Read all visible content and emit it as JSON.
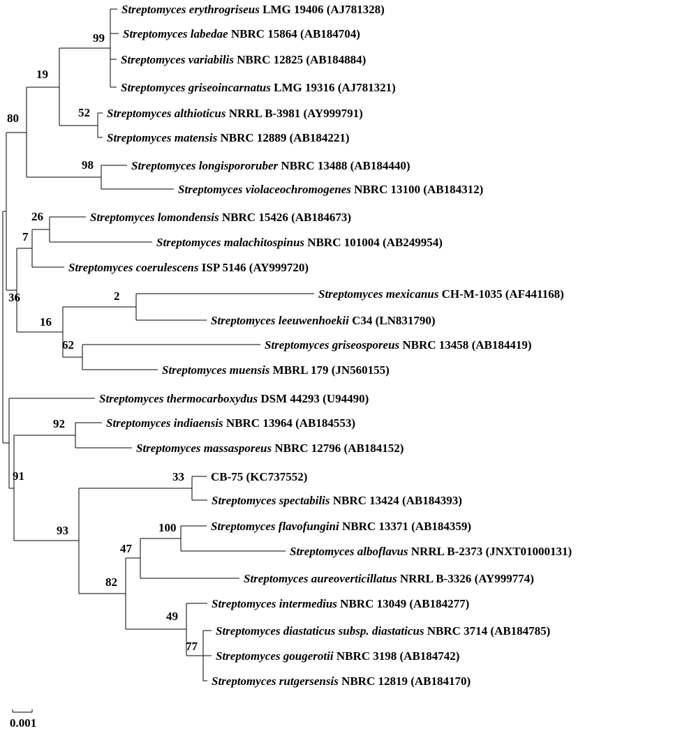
{
  "taxa": [
    {
      "genus": "Streptomyces",
      "species": "erythrogriseus",
      "strain": "LMG 19406",
      "accession": "(AJ781328)"
    },
    {
      "genus": "Streptomyces",
      "species": "labedae",
      "strain": "NBRC 15864",
      "accession": "(AB184704)"
    },
    {
      "genus": "Streptomyces",
      "species": "variabilis",
      "strain": "NBRC 12825",
      "accession": "(AB184884)"
    },
    {
      "genus": "Streptomyces",
      "species": "griseoincarnatus",
      "strain": "LMG 19316",
      "accession": "(AJ781321)"
    },
    {
      "genus": "Streptomyces",
      "species": "althioticus",
      "strain": "NRRL B-3981",
      "accession": "(AY999791)"
    },
    {
      "genus": "Streptomyces",
      "species": "matensis",
      "strain": "NBRC 12889",
      "accession": "(AB184221)"
    },
    {
      "genus": "Streptomyces",
      "species": "longispororuber",
      "strain": "NBRC 13488",
      "accession": "(AB184440)"
    },
    {
      "genus": "Streptomyces",
      "species": "violaceochromogenes",
      "strain": "NBRC 13100",
      "accession": "(AB184312)"
    },
    {
      "genus": "Streptomyces",
      "species": "lomondensis",
      "strain": "NBRC 15426",
      "accession": "(AB184673)"
    },
    {
      "genus": "Streptomyces",
      "species": "malachitospinus",
      "strain": "NBRC 101004",
      "accession": "(AB249954)"
    },
    {
      "genus": "Streptomyces",
      "species": "coerulescens",
      "strain": "ISP 5146",
      "accession": "(AY999720)"
    },
    {
      "genus": "Streptomyces",
      "species": "mexicanus",
      "strain": "CH-M-1035",
      "accession": "(AF441168)"
    },
    {
      "genus": "Streptomyces",
      "species": "leeuwenhoekii",
      "strain": "C34",
      "accession": "(LN831790)"
    },
    {
      "genus": "Streptomyces",
      "species": "griseosporeus",
      "strain": "NBRC 13458",
      "accession": "(AB184419)"
    },
    {
      "genus": "Streptomyces",
      "species": "muensis",
      "strain": "MBRL 179",
      "accession": "(JN560155)"
    },
    {
      "genus": "Streptomyces",
      "species": "thermocarboxydus",
      "strain": "DSM 44293",
      "accession": "(U94490)"
    },
    {
      "genus": "Streptomyces",
      "species": "indiaensis",
      "strain": "NBRC 13964",
      "accession": "(AB184553)"
    },
    {
      "genus": "Streptomyces",
      "species": "massasporeus",
      "strain": "NBRC 12796",
      "accession": "(AB184152)"
    },
    {
      "genus": "",
      "species": "",
      "strain": "CB-75",
      "accession": "(KC737552)"
    },
    {
      "genus": "Streptomyces",
      "species": "spectabilis",
      "strain": "NBRC 13424",
      "accession": "(AB184393)"
    },
    {
      "genus": "Streptomyces",
      "species": "flavofungini",
      "strain": "NBRC 13371",
      "accession": "(AB184359)"
    },
    {
      "genus": "Streptomyces",
      "species": "alboflavus",
      "strain": "NRRL B-2373",
      "accession": "(JNXT01000131)"
    },
    {
      "genus": "Streptomyces",
      "species": "aureoverticillatus",
      "strain": "NRRL B-3326",
      "accession": "(AY999774)"
    },
    {
      "genus": "Streptomyces",
      "species": "intermedius",
      "strain": "NBRC 13049",
      "accession": "(AB184277)"
    },
    {
      "genus": "Streptomyces",
      "species": "diastaticus subsp. diastaticus",
      "strain": "NBRC 3714",
      "accession": "(AB184785)"
    },
    {
      "genus": "Streptomyces",
      "species": "gougerotii",
      "strain": "NBRC 3198",
      "accession": "(AB184742)"
    },
    {
      "genus": "Streptomyces",
      "species": "rutgersensis",
      "strain": "NBRC 12819",
      "accession": "(AB184170)"
    }
  ],
  "bootstrap": [
    "99",
    "52",
    "19",
    "98",
    "80",
    "26",
    "7",
    "2",
    "62",
    "16",
    "36",
    "92",
    "33",
    "100",
    "47",
    "77",
    "49",
    "82",
    "93",
    "91"
  ],
  "scale": {
    "label": "0.001"
  },
  "colors": {
    "line": "#000000",
    "text": "#000000",
    "background": "#ffffff"
  }
}
